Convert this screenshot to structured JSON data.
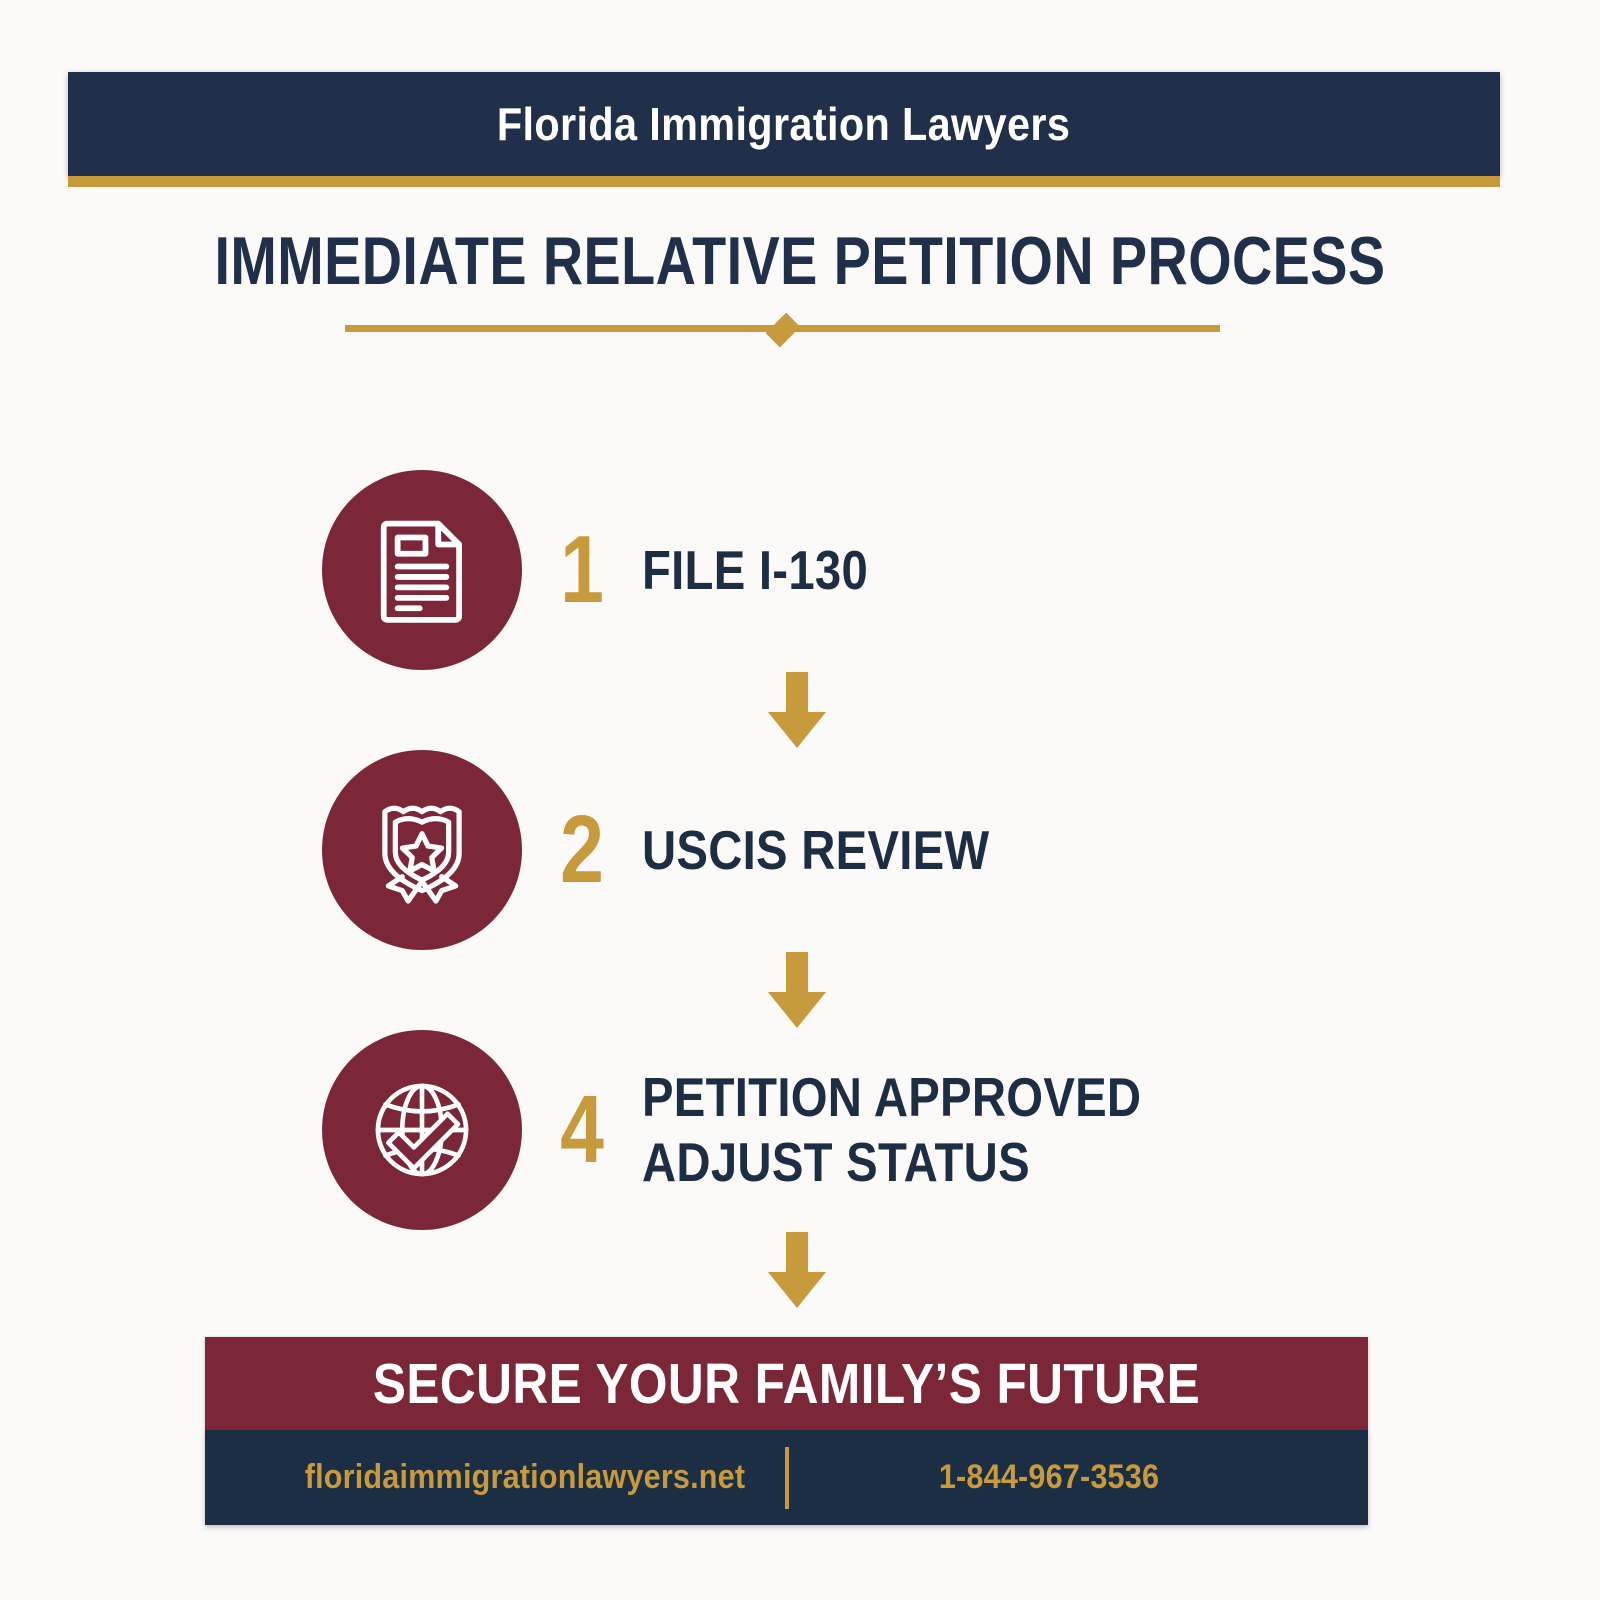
{
  "header": {
    "brand": "Florida Immigration Lawyers"
  },
  "title": {
    "main": "IMMEDIATE RELATIVE PETITION PROCESS",
    "divider_icon": "diamond-divider"
  },
  "steps": [
    {
      "number": "1",
      "label": "FILE I-130",
      "icon": "document-icon"
    },
    {
      "number": "2",
      "label": "USCIS REVIEW",
      "icon": "shield-badge-icon"
    },
    {
      "number": "4",
      "label": "PETITION APPROVED\nADJUST STATUS",
      "icon": "globe-check-icon"
    }
  ],
  "arrows": {
    "icon": "arrow-down-icon",
    "count": 3
  },
  "cta": {
    "headline": "SECURE YOUR FAMILY’S FUTURE"
  },
  "footer": {
    "website": "floridaimmigrationlawyers.net",
    "phone": "1-844-967-3536",
    "separator_icon": "vertical-divider-icon"
  },
  "colors": {
    "navy": "#1c2e44",
    "maroon": "#7c2737",
    "gold": "#c79a3c",
    "background": "#fbfaf9",
    "white": "#ffffff"
  }
}
